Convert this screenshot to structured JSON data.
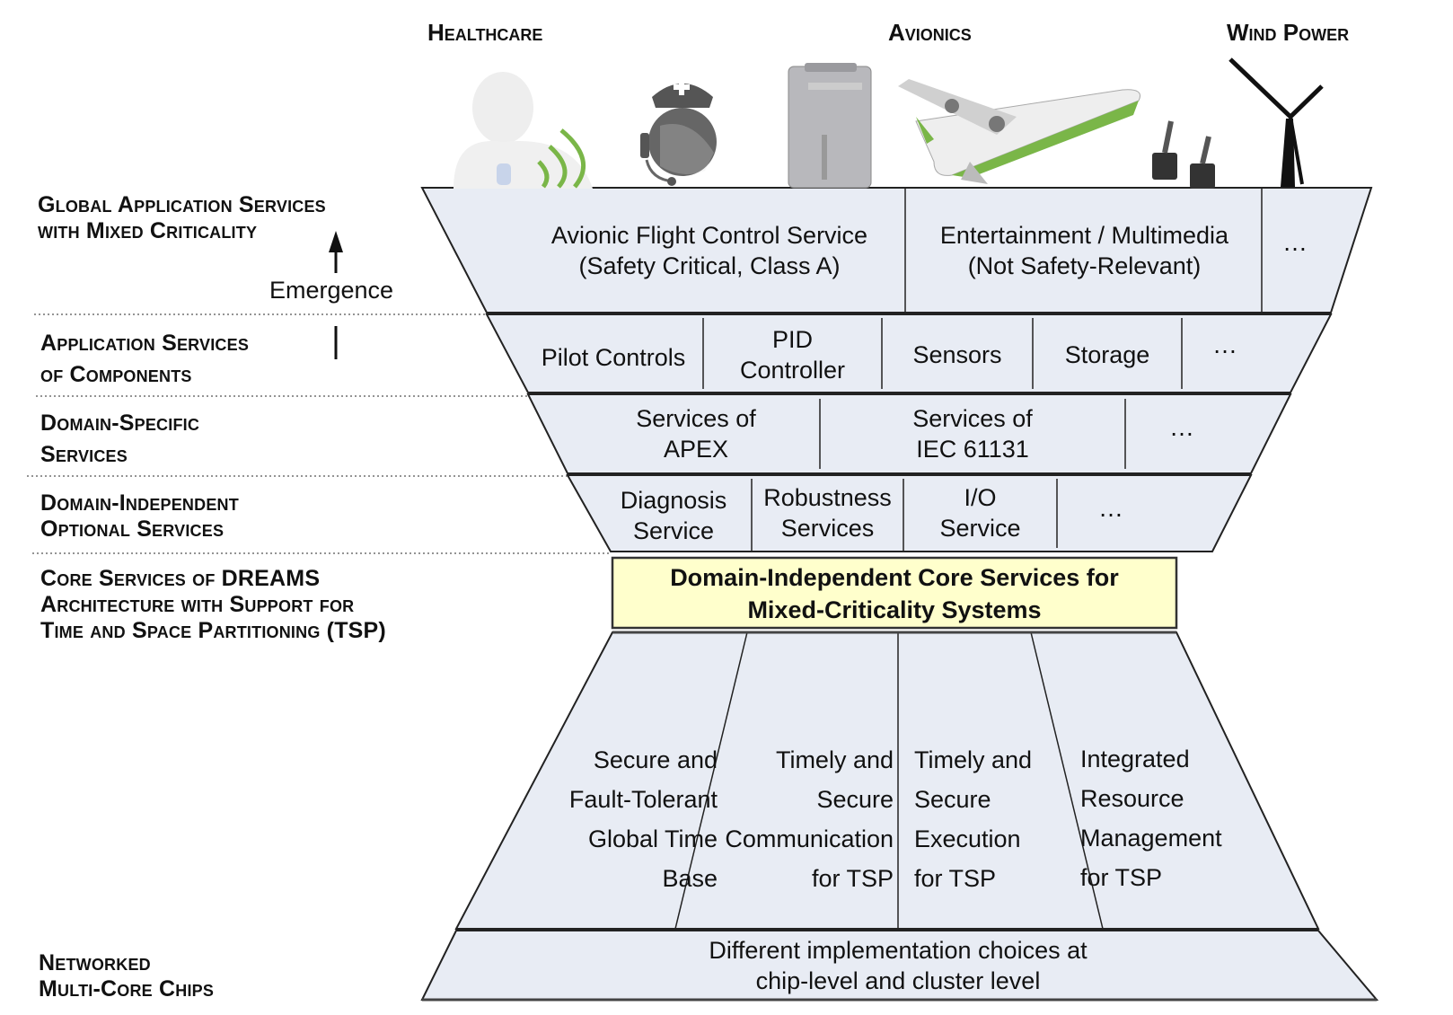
{
  "domains": [
    {
      "label": "Healthcare"
    },
    {
      "label": "Avionics"
    },
    {
      "label": "Wind Power"
    }
  ],
  "illustrations": [
    {
      "icon": "patient-monitor-icon"
    },
    {
      "icon": "nurse-headset-icon"
    },
    {
      "icon": "server-tower-icon"
    },
    {
      "icon": "airplane-icon"
    },
    {
      "icon": "joysticks-icon"
    },
    {
      "icon": "wind-turbine-icon"
    }
  ],
  "layer_labels": {
    "global": "Global Application Services\nwith Mixed Criticality",
    "components": "Application Services\nof Components",
    "domain_specific": "Domain-Specific\nServices",
    "domain_independent": "Domain-Independent\nOptional Services",
    "core": "Core Services of DREAMS\nArchitecture with Support for\nTime and Space Partitioning (TSP)",
    "chips": "Networked\nMulti-Core Chips",
    "emergence": "Emergence"
  },
  "rows": {
    "global": [
      "Avionic Flight Control Service\n(Safety Critical, Class A)",
      "Entertainment / Multimedia\n(Not Safety-Relevant)",
      "…"
    ],
    "components": [
      "Pilot Controls",
      "PID\nController",
      "Sensors",
      "Storage",
      "…"
    ],
    "domain_specific": [
      "Services of\nAPEX",
      "Services of\nIEC 61131",
      "…"
    ],
    "domain_independent": [
      "Diagnosis\nService",
      "Robustness\nServices",
      "I/O\nService",
      "…"
    ],
    "core": "Domain-Independent Core Services for\nMixed-Criticality Systems",
    "tsp": [
      "Secure and\nFault-Tolerant\nGlobal Time\nBase",
      "Timely and\nSecure\nCommunication\nfor TSP",
      "Timely and\nSecure\nExecution\nfor TSP",
      "Integrated\nResource\nManagement\nfor TSP"
    ],
    "chips": "Different implementation choices at\nchip-level and cluster level"
  },
  "colors": {
    "layer_fill": "#e8ecf4",
    "core_fill": "#ffffcc",
    "stroke": "#222222",
    "accent_green": "#7ab648"
  }
}
